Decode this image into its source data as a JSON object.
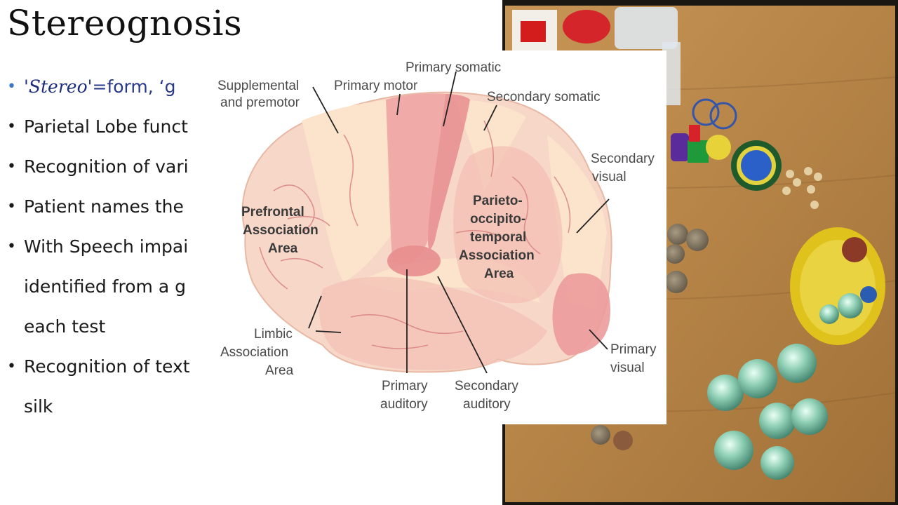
{
  "slide": {
    "title": "Stereognosis",
    "bullets": [
      {
        "prefix": "'Stereo'",
        "text": "=form, ‘g",
        "cont": ""
      },
      {
        "text": "Parietal Lobe funct",
        "cont": ""
      },
      {
        "text": "Recognition of vari",
        "cont": ""
      },
      {
        "text": "Patient names the",
        "cont": ""
      },
      {
        "text": "With Speech impai",
        "cont": "identified from a g",
        "cont2": "each test"
      },
      {
        "text": "Recognition of text",
        "cont": "silk"
      }
    ]
  },
  "diagram": {
    "labels": {
      "supplemental": "Supplemental",
      "premotor": "and premotor",
      "primary_motor": "Primary motor",
      "primary_somatic": "Primary somatic",
      "secondary_somatic": "Secondary somatic",
      "secondary_visual_1": "Secondary",
      "secondary_visual_2": "visual",
      "prefrontal_1": "Prefrontal",
      "prefrontal_2": "Association",
      "prefrontal_3": "Area",
      "pot_1": "Parieto-",
      "pot_2": "occipito-",
      "pot_3": "temporal",
      "pot_4": "Association",
      "pot_5": "Area",
      "limbic_1": "Limbic",
      "limbic_2": "Association",
      "limbic_3": "Area",
      "primary_auditory_1": "Primary",
      "primary_auditory_2": "auditory",
      "secondary_auditory_1": "Secondary",
      "secondary_auditory_2": "auditory",
      "primary_visual_1": "Primary",
      "primary_visual_2": "visual"
    }
  },
  "colors": {
    "brain_base": "#f6d7c8",
    "brain_light": "#fbe3cc",
    "cortex_pink": "#efa3a2",
    "vessel": "#d98585",
    "table_wood": "#b8874a"
  }
}
